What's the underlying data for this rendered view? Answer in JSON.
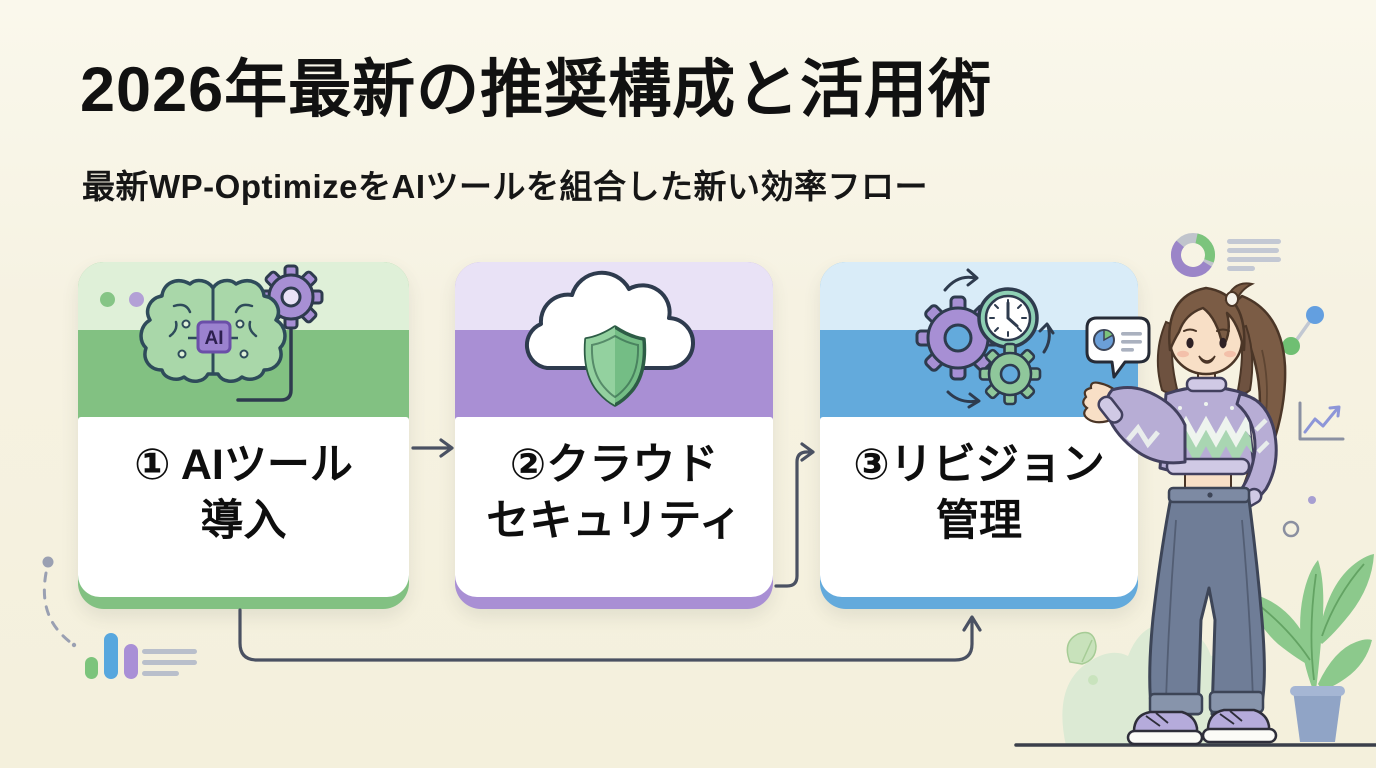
{
  "header": {
    "title": "2026年最新の推奨構成と活用術",
    "subtitle": "最新WP-OptimizeをAIツールを組合した新い効率フロー"
  },
  "flow": {
    "steps": [
      {
        "id": 1,
        "label_line1": "① AIツール",
        "label_line2": "導入",
        "icon": "ai-brain-gear-icon",
        "chip_text": "AI",
        "accent": "#82c182",
        "accent_light": "#dff0d8",
        "window_dots": [
          "#86c586",
          "#b3a0d6",
          "#3f6472"
        ]
      },
      {
        "id": 2,
        "label_line1": "②クラウド",
        "label_line2": "セキュリティ",
        "icon": "cloud-shield-icon",
        "accent": "#a98fd4",
        "accent_light": "#e9e2f6"
      },
      {
        "id": 3,
        "label_line1": "③リビジョン",
        "label_line2": "管理",
        "icon": "gears-clock-icon",
        "accent": "#63aadc",
        "accent_light": "#d9ecf8"
      }
    ],
    "connectors": [
      "step1-to-step2-arrow",
      "step2-to-step3-arrow",
      "step1-loop-to-step3-arrow"
    ]
  },
  "decorations": {
    "left": [
      "dashed-pin-path",
      "mini-bar-chart-icon",
      "text-lines-icon"
    ],
    "right": [
      "donut-chart-icon",
      "text-lines-icon",
      "node-link-icon",
      "trend-chart-icon",
      "speech-bubble-chart-icon",
      "mascot-character",
      "potted-plant",
      "ground-line"
    ],
    "bar_chart_colors": [
      "#7cc47c",
      "#57a7de",
      "#a98fd6"
    ],
    "donut_colors": [
      "#9b85c8",
      "#7cc47c",
      "#c0c4cc"
    ]
  },
  "colors": {
    "background": "#f6f2e2",
    "text": "#111111",
    "connector": "#4a5162",
    "step1_accent": "#82c182",
    "step2_accent": "#a98fd4",
    "step3_accent": "#63aadc"
  }
}
